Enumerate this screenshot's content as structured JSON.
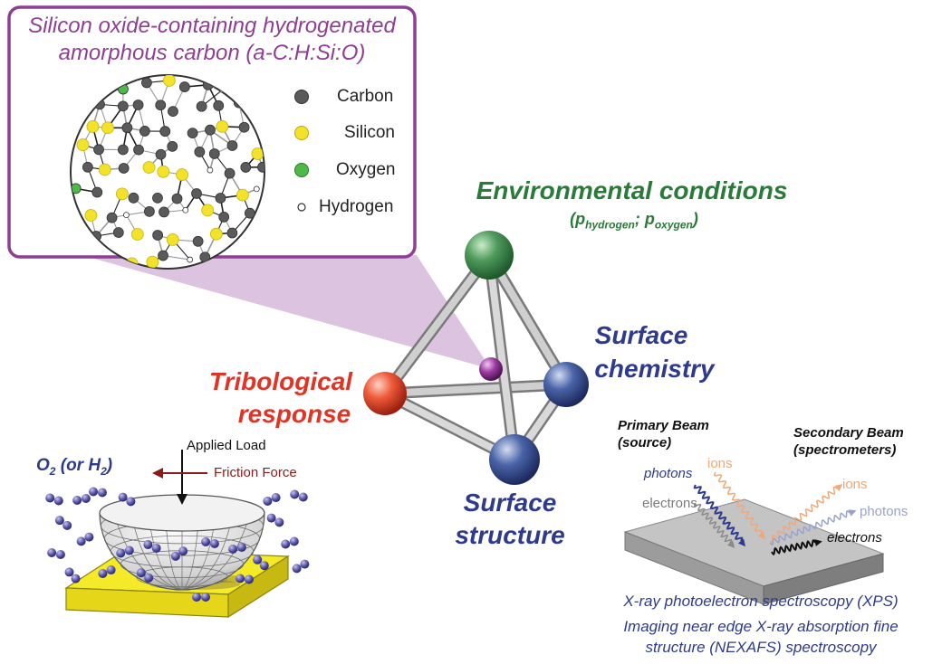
{
  "inset": {
    "title_line1": "Silicon oxide-containing hydrogenated",
    "title_line2": "amorphous carbon (a-C:H:Si:O)",
    "legend": [
      {
        "label": "Carbon",
        "color": "#5a5a5a"
      },
      {
        "label": "Silicon",
        "color": "#f2e22a"
      },
      {
        "label": "Oxygen",
        "color": "#4fb84a"
      },
      {
        "label": "Hydrogen",
        "color": "#ffffff"
      }
    ],
    "border_color": "#8e3f93",
    "fill_color": "#dcc3df"
  },
  "tetrahedron": {
    "top": {
      "line1": "Environmental conditions",
      "p_hydrogen": "p",
      "sub_hydrogen": "hydrogen",
      "p_oxygen": "p",
      "sub_oxygen": "oxygen",
      "color": "#2a7a3a"
    },
    "left": {
      "line1": "Tribological",
      "line2": "response",
      "color": "#e03426"
    },
    "right": {
      "line1": "Surface",
      "line2": "chemistry",
      "color": "#2e3a8c"
    },
    "bottom": {
      "line1": "Surface",
      "line2": "structure",
      "color": "#2e3a8c"
    }
  },
  "tribology": {
    "gas_label": "O",
    "gas_sub1": "2",
    "gas_mid": " (or H",
    "gas_sub2": "2",
    "gas_end": ")",
    "applied_load": "Applied Load",
    "friction_force": "Friction Force",
    "friction_color": "#8b1a1a",
    "plate_color": "#f4ea28",
    "molecule_color": "#5a56a8"
  },
  "spectroscopy": {
    "primary_line1": "Primary Beam",
    "primary_line2": "(source)",
    "secondary_line1": "Secondary Beam",
    "secondary_line2": "(spectrometers)",
    "in_photons": "photons",
    "in_electrons": "electrons",
    "in_ions": "ions",
    "out_ions": "ions",
    "out_photons": "photons",
    "out_electrons": "electrons",
    "xps": "X-ray photoelectron spectroscopy (XPS)",
    "nexafs_line1": "Imaging near edge X-ray absorption fine",
    "nexafs_line2": "structure (NEXAFS) spectroscopy",
    "technique_color": "#2e3a8c",
    "ions_color": "#f0a878",
    "photons_color": "#9aa2cc"
  }
}
